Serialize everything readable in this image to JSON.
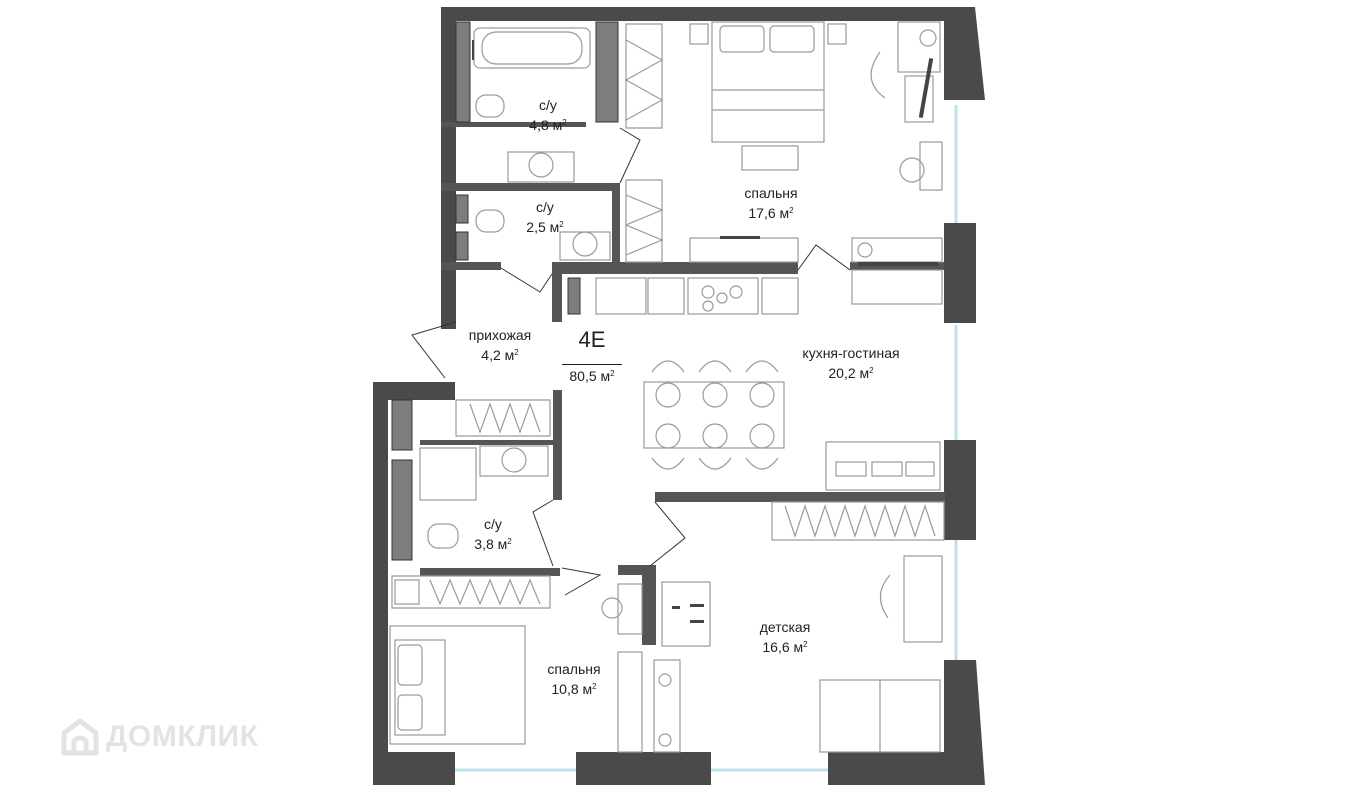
{
  "unit": {
    "code": "4Е",
    "total_area": "80,5 м",
    "area_unit_sup": "2"
  },
  "rooms": [
    {
      "id": "bathroom-1",
      "name": "с/у",
      "area": "4,8 м"
    },
    {
      "id": "bathroom-2",
      "name": "с/у",
      "area": "2,5 м"
    },
    {
      "id": "bedroom-1",
      "name": "спальня",
      "area": "17,6 м"
    },
    {
      "id": "hallway",
      "name": "прихожая",
      "area": "4,2 м"
    },
    {
      "id": "kitchen-living",
      "name": "кухня-гостиная",
      "area": "20,2 м"
    },
    {
      "id": "bathroom-3",
      "name": "с/у",
      "area": "3,8 м"
    },
    {
      "id": "kids-room",
      "name": "детская",
      "area": "16,6 м"
    },
    {
      "id": "bedroom-2",
      "name": "спальня",
      "area": "10,8 м"
    }
  ],
  "watermark": {
    "text": "ДОМКЛИК",
    "icon": "house-logo-icon"
  },
  "colors": {
    "wall": "#4a4a4a",
    "partition": "#555555",
    "window": "#bfe2ea",
    "furniture": "#9a9a9a",
    "fill_gray": "#7d7d7d"
  }
}
